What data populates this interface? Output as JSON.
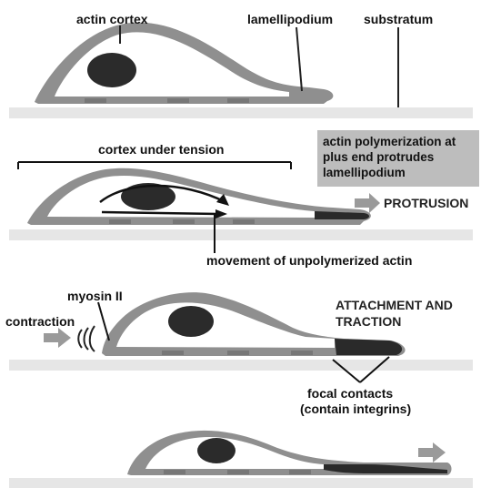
{
  "labels": {
    "actin_cortex": "actin cortex",
    "lamellipodium": "lamellipodium",
    "substratum": "substratum",
    "cortex_under_tension": "cortex under tension",
    "actin_poly_line1": "actin polymerization at",
    "actin_poly_line2": "plus end protrudes",
    "actin_poly_line3": "lamellipodium",
    "protrusion": "PROTRUSION",
    "movement_unpolymerized": "movement of unpolymerized actin",
    "myosin": "myosin II",
    "contraction": "contraction",
    "attachment_line1": "ATTACHMENT AND",
    "attachment_line2": "TRACTION",
    "focal_line1": "focal contacts",
    "focal_line2": "(contain integrins)"
  },
  "colors": {
    "substratum": "#e6e6e6",
    "cortex": "#8f8f8f",
    "cytoplasm": "#ffffff",
    "nucleus": "#2b2b2b",
    "actin_dark": "#2a2a2a",
    "arrow_grey": "#9a9a9a",
    "note_box": "#bdbdbd"
  }
}
